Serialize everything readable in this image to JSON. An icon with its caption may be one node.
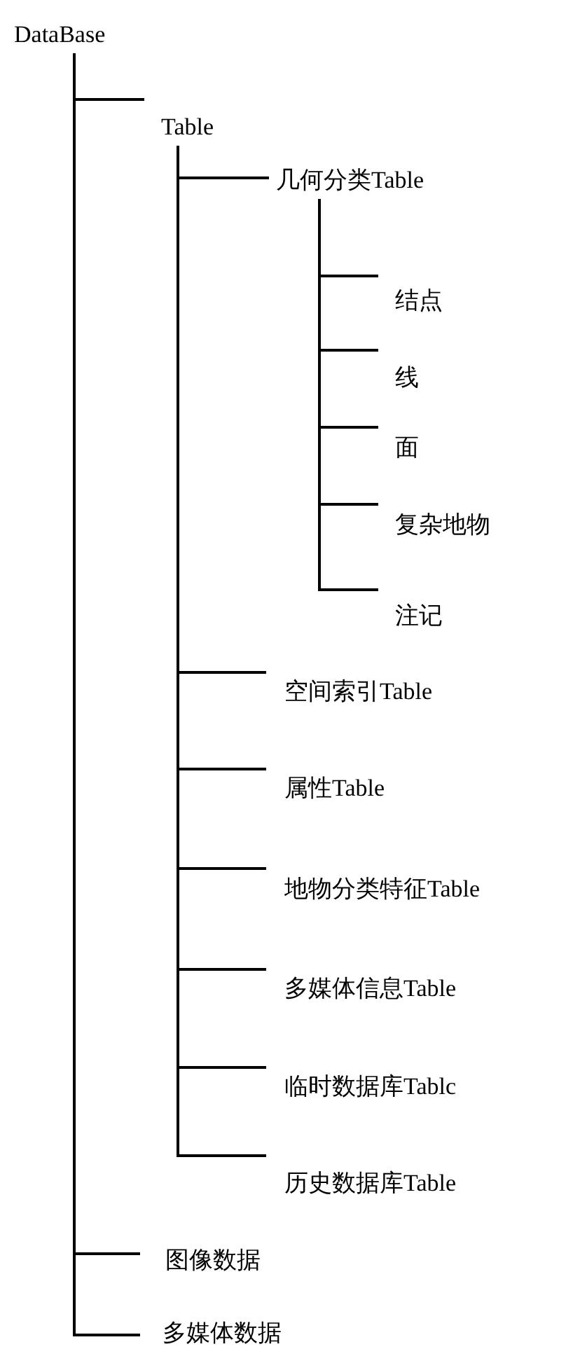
{
  "diagram": {
    "nodes": [
      {
        "text": [
          "DataBase"
        ]
      },
      {
        "text": [
          "Table"
        ]
      },
      {
        "text": [
          "几何分类Table"
        ]
      },
      {
        "text": [
          "结点"
        ]
      },
      {
        "text": [
          "线"
        ]
      },
      {
        "text": [
          "面"
        ]
      },
      {
        "text": [
          "复杂地物"
        ]
      },
      {
        "text": [
          "注记"
        ]
      },
      {
        "text": [
          "空间索引Table"
        ]
      },
      {
        "text": [
          "属性Table"
        ]
      },
      {
        "text": [
          "地物分类特征Table"
        ]
      },
      {
        "text": [
          "多媒体信息Table"
        ]
      },
      {
        "text": [
          "临时数据库Tablc"
        ]
      },
      {
        "text": [
          "历史数据库Table"
        ]
      },
      {
        "text": [
          "图像数据"
        ]
      },
      {
        "text": [
          "多媒体数据"
        ]
      }
    ],
    "edges": [
      {
        "from": 0,
        "to": 1,
        "arrow": "none"
      },
      {
        "from": 1,
        "to": 2,
        "arrow": "none"
      },
      {
        "from": 2,
        "to": 3,
        "arrow": "none"
      },
      {
        "from": 2,
        "to": 4,
        "arrow": "none"
      },
      {
        "from": 2,
        "to": 5,
        "arrow": "none"
      },
      {
        "from": 2,
        "to": 6,
        "arrow": "none"
      },
      {
        "from": 2,
        "to": 7,
        "arrow": "none"
      },
      {
        "from": 1,
        "to": 8,
        "arrow": "none"
      },
      {
        "from": 1,
        "to": 9,
        "arrow": "none"
      },
      {
        "from": 1,
        "to": 10,
        "arrow": "none"
      },
      {
        "from": 1,
        "to": 11,
        "arrow": "none"
      },
      {
        "from": 1,
        "to": 12,
        "arrow": "none"
      },
      {
        "from": 1,
        "to": 13,
        "arrow": "none"
      },
      {
        "from": 0,
        "to": 14,
        "arrow": "none"
      },
      {
        "from": 0,
        "to": 15,
        "arrow": "none"
      }
    ]
  }
}
